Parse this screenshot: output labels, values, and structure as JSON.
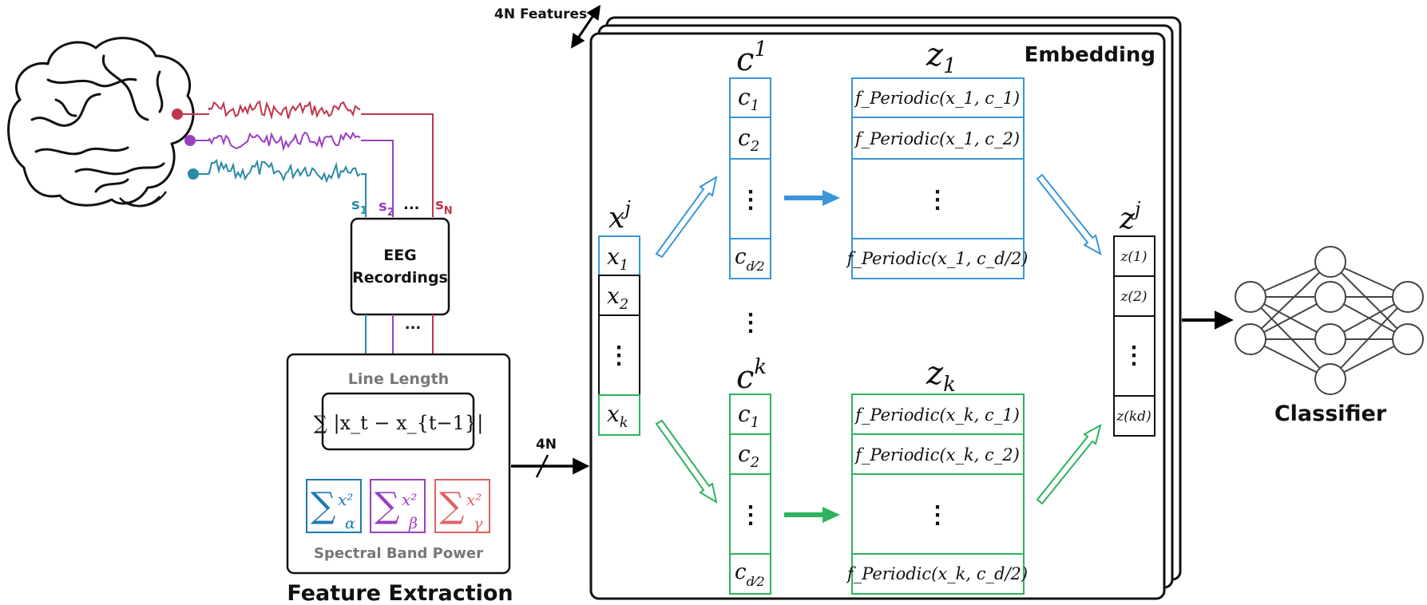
{
  "colors": {
    "red": "#c0364e",
    "purple": "#9a3fc0",
    "teal": "#2a8aa8",
    "blue": "#3a96d8",
    "green": "#2db35c",
    "band_alpha": "#1f78b4",
    "band_beta": "#9a3fc0",
    "band_gamma": "#e06060"
  },
  "channels": {
    "s1": {
      "base": "s",
      "sub": "1"
    },
    "s2": {
      "base": "s",
      "sub": "2"
    },
    "ellipsis": "...",
    "sN": {
      "base": "s",
      "sub": "N"
    }
  },
  "eeg_box": {
    "line1": "EEG",
    "line2": "Recordings"
  },
  "cable_ellipsis": "...",
  "feature_extraction": {
    "title": "Feature Extraction",
    "line_length_label": "Line Length",
    "line_length_formula": "∑ |x_t − x_{t−1}|",
    "spectral_label": "Spectral Band Power",
    "bands": [
      {
        "symbol": "∑",
        "power": "x²",
        "sub": "α"
      },
      {
        "symbol": "∑",
        "power": "x²",
        "sub": "β"
      },
      {
        "symbol": "∑",
        "power": "x²",
        "sub": "γ"
      }
    ]
  },
  "arrow_label": "4N",
  "features_label": "4N Features",
  "embedding": {
    "title": "Embedding",
    "x_header": {
      "base": "x",
      "sup": "j"
    },
    "x_cells": [
      {
        "base": "x",
        "sub": "1"
      },
      {
        "base": "x",
        "sub": "2"
      },
      {
        "dots": "⋮"
      },
      {
        "base": "x",
        "sub": "k"
      }
    ],
    "c1_header": {
      "base": "c",
      "sup": "1"
    },
    "ck_header": {
      "base": "c",
      "sup": "k"
    },
    "c_cells": [
      {
        "base": "c",
        "sub": "1"
      },
      {
        "base": "c",
        "sub": "2"
      },
      {
        "dots": "⋮"
      },
      {
        "base": "c",
        "sub": "d⁄2"
      }
    ],
    "between_dots": "⋮",
    "z1_header": {
      "base": "z",
      "sub": "1"
    },
    "zk_header": {
      "base": "z",
      "sub": "k"
    },
    "z1_cells": [
      "f_Periodic(x_1, c_1)",
      "f_Periodic(x_1, c_2)",
      "⋮",
      "f_Periodic(x_1, c_d/2)"
    ],
    "zk_cells": [
      "f_Periodic(x_k, c_1)",
      "f_Periodic(x_k, c_2)",
      "⋮",
      "f_Periodic(x_k, c_d/2)"
    ],
    "zj_header": {
      "base": "z",
      "sup": "j"
    },
    "zj_cells": [
      "z(1)",
      "z(2)",
      "⋮",
      "z(kd)"
    ]
  },
  "classifier": {
    "label": "Classifier"
  }
}
